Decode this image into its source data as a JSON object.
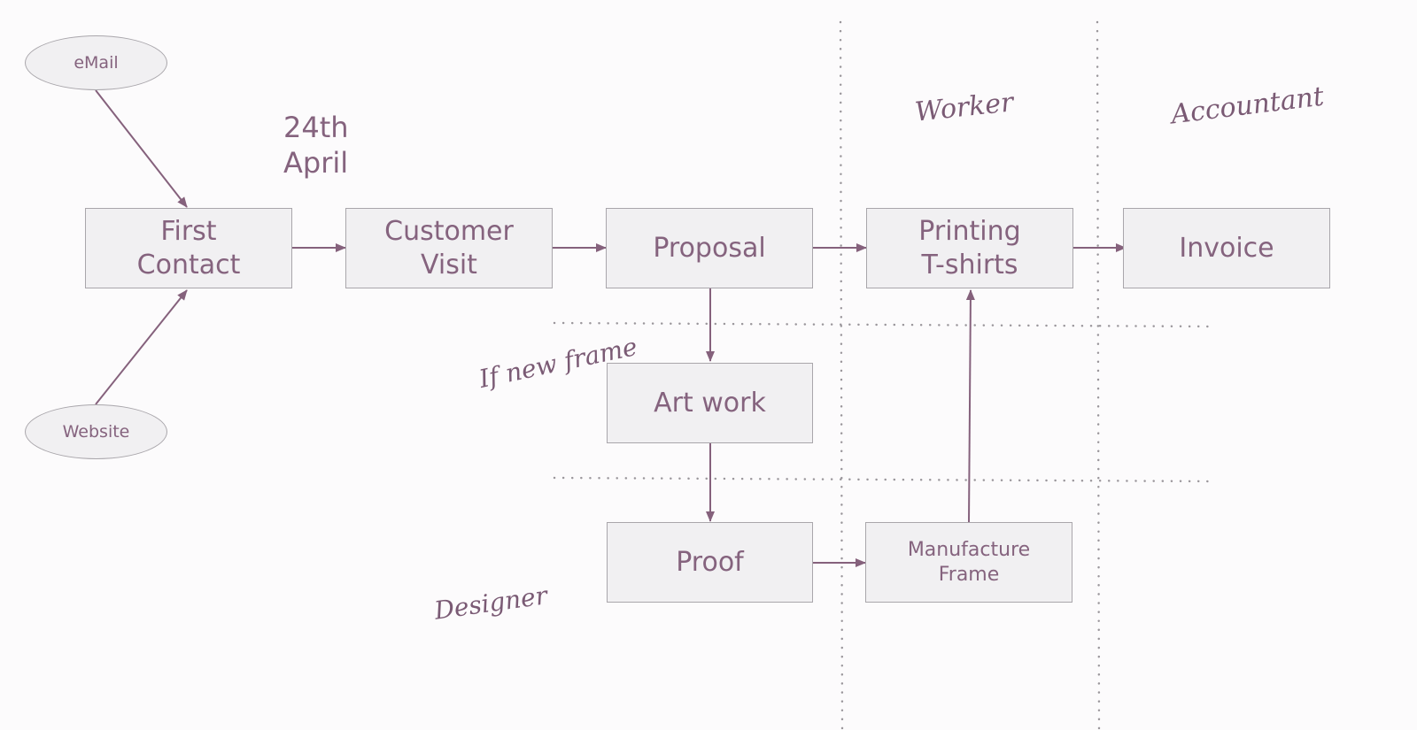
{
  "colors": {
    "accent": "#85637e",
    "arrow": "#85617c",
    "border": "#a9a6ab",
    "fill": "#f1f0f2",
    "dots": "#9a969b"
  },
  "sources": {
    "email": "eMail",
    "website": "Website"
  },
  "date_note": {
    "line1": "24th",
    "line2": "April"
  },
  "steps": {
    "first_contact": {
      "line1": "First",
      "line2": "Contact"
    },
    "customer_visit": {
      "line1": "Customer",
      "line2": "Visit"
    },
    "proposal": "Proposal",
    "printing": {
      "line1": "Printing",
      "line2": "T-shirts"
    },
    "invoice": "Invoice",
    "art_work": "Art work",
    "proof": "Proof",
    "manufacture": {
      "line1": "Manufacture",
      "line2": "Frame"
    }
  },
  "annotations": {
    "condition": "If new frame",
    "role_worker": "Worker",
    "role_accountant": "Accountant",
    "role_designer": "Designer"
  }
}
